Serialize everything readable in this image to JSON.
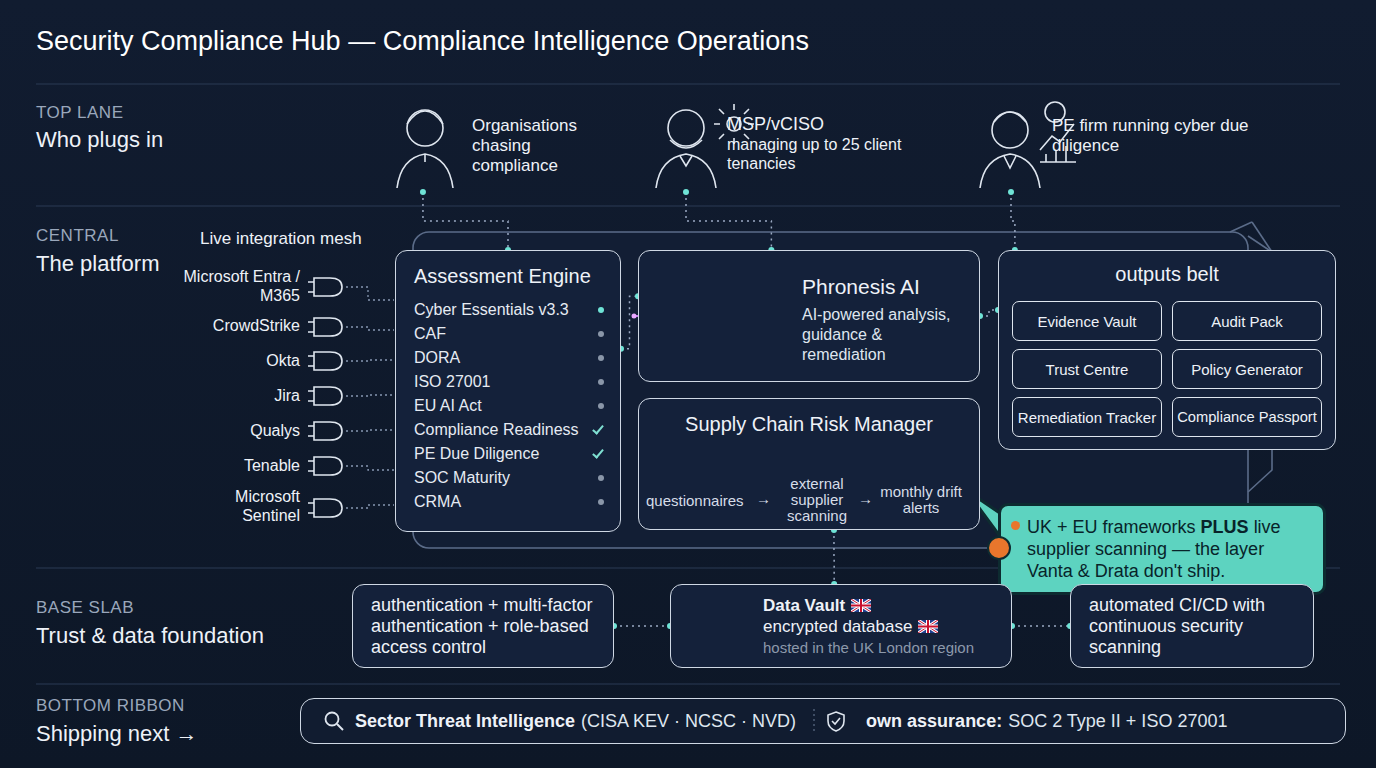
{
  "diagram": {
    "title": "Security Compliance Hub — Compliance Intelligence Operations",
    "nodes": [
      {
        "text": [
          "Organisations chasing compliance"
        ]
      },
      {
        "text": [
          "MSP/vCISO",
          "managing up to 25 client tenancies"
        ]
      },
      {
        "text": [
          "PE firm running cyber due diligence"
        ]
      },
      {
        "text": [
          "Assessment Engine",
          "Cyber Essentials v3.3",
          "CAF",
          "DORA",
          "ISO 27001",
          "EU AI Act",
          "Compliance Readiness",
          "PE Due Diligence",
          "SOC Maturity",
          "CRMA"
        ]
      },
      {
        "text": [
          "Phronesis AI",
          "AI-powered analysis, guidance & remediation"
        ]
      },
      {
        "text": [
          "Supply Chain Risk Manager"
        ]
      },
      {
        "text": [
          "outputs belt"
        ]
      },
      {
        "text": [
          "Evidence Vault"
        ],
        "in": 6
      },
      {
        "text": [
          "Audit Pack"
        ],
        "in": 6
      },
      {
        "text": [
          "Trust Centre"
        ],
        "in": 6
      },
      {
        "text": [
          "Policy Generator"
        ],
        "in": 6
      },
      {
        "text": [
          "Remediation Tracker"
        ],
        "in": 6
      },
      {
        "text": [
          "Compliance Passport"
        ],
        "in": 6
      },
      {
        "text": [
          "UK + EU frameworks",
          "PLUS",
          "live supplier scanning — the layer Vanta & Drata don't ship."
        ]
      },
      {
        "text": [
          "authentication + multi-factor authentication + role-based access control"
        ]
      },
      {
        "text": [
          "Data Vault",
          "encrypted database",
          "hosted in the UK London region"
        ]
      },
      {
        "text": [
          "automated CI/CD with continuous security scanning"
        ]
      },
      {
        "text": [
          "Sector Threat Intelligence",
          "(CISA KEV · NCSC · NVD)",
          "own assurance:",
          "SOC 2 Type II + ISO 27001"
        ]
      }
    ],
    "edges": [
      {
        "from": 0,
        "to": 3,
        "arrow": "none"
      },
      {
        "from": 1,
        "to": 4,
        "arrow": "none"
      },
      {
        "from": 2,
        "to": 6,
        "arrow": "none"
      },
      {
        "from": 3,
        "to": 4,
        "arrow": "none"
      },
      {
        "from": 4,
        "to": 6,
        "arrow": "none"
      },
      {
        "from": 5,
        "to": 15,
        "arrow": "none"
      },
      {
        "from": 14,
        "to": 15,
        "arrow": "none"
      },
      {
        "from": 15,
        "to": 16,
        "arrow": "none"
      }
    ],
    "labels": [
      "TOP LANE",
      "Who plugs in",
      "CENTRAL",
      "The platform",
      "Live integration mesh",
      "Microsoft Entra / M365",
      "CrowdStrike",
      "Okta",
      "Jira",
      "Qualys",
      "Tenable",
      "Microsoft Sentinel",
      "questionnaires",
      "→",
      "external supplier scanning",
      "→",
      "monthly drift alerts",
      "BASE SLAB",
      "Trust & data foundation",
      "BOTTOM RIBBON",
      "Shipping next →"
    ]
  }
}
